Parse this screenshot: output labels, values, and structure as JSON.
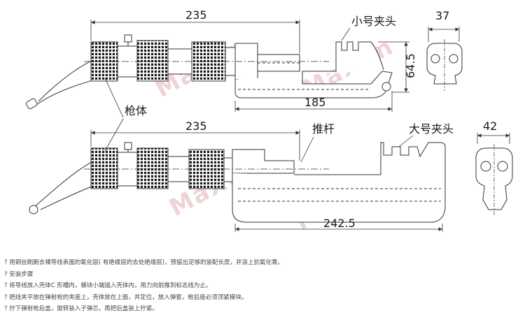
{
  "watermark": "MaXun",
  "top_view": {
    "dim_length": "235",
    "dim_height": "64.5",
    "dim_jaw_length": "185",
    "label_small_head": "小号夹头",
    "dim_side_width": "37"
  },
  "bottom_view": {
    "label_body": "枪体",
    "dim_length": "235",
    "label_push_rod": "推杆",
    "label_large_head": "大号夹头",
    "dim_side_width": "42",
    "dim_jaw_length": "242.5"
  },
  "steps": [
    "? 用钢丝刷刷去裸导线表面的氧化层( 有绝缘层的去处绝缘层)，预留出足够的装配长度，并涂上抗氧化膏。",
    "? 安装步骤",
    "? 将导线放入壳体C 形槽内，模块小端插入壳体内，用力向前推到标志线为止。",
    "? 把线夹平放在弹射枪的夹座上，壳体放在上面，并定位，放入弹套，枪后座必须顶紧模块。",
    "? 拧下弹射枪后盖，旋转装入子弹芯，再把后盖装上拧紧。"
  ]
}
